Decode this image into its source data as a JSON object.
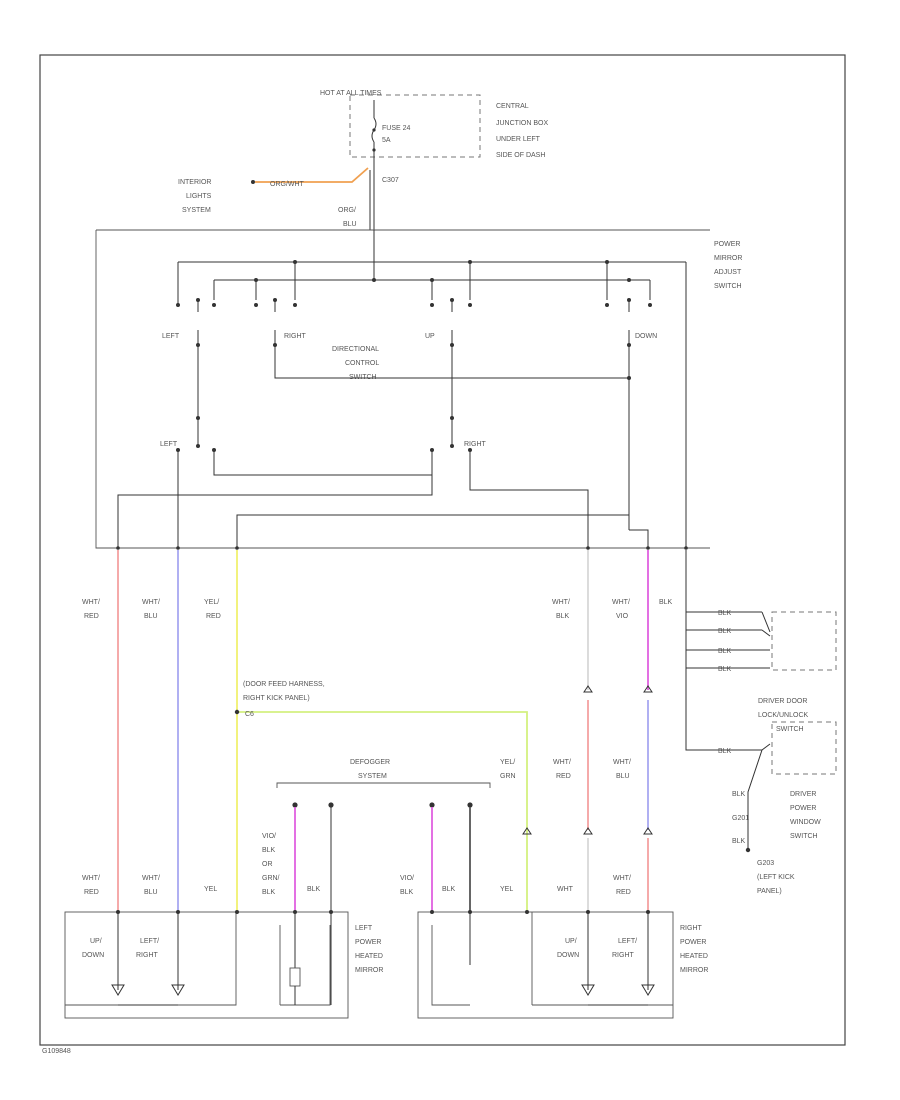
{
  "labels": {
    "hot": "HOT AT ALL TIMES",
    "cjb_1": "CENTRAL",
    "cjb_2": "JUNCTION BOX",
    "cjb_3": "UNDER LEFT",
    "cjb_4": "SIDE OF DASH",
    "fuse_1": "FUSE 24",
    "fuse_2": "5A",
    "interior_1": "INTERIOR",
    "interior_2": "LIGHTS",
    "interior_3": "SYSTEM",
    "interior_wire": "ORG/WHT",
    "splice": "C307",
    "feed_wire_1": "ORG/",
    "feed_wire_2": "BLU",
    "pmas_1": "POWER",
    "pmas_2": "MIRROR",
    "pmas_3": "ADJUST",
    "pmas_4": "SWITCH",
    "sw_left": "LEFT",
    "sw_right": "RIGHT",
    "sw_up": "UP",
    "sw_down": "DOWN",
    "dcs_1": "DIRECTIONAL",
    "dcs_2": "CONTROL",
    "dcs_3": "SWITCH",
    "sel_left": "LEFT",
    "sel_right": "RIGHT",
    "w1_1": "WHT/",
    "w1_2": "RED",
    "w2_1": "WHT/",
    "w2_2": "BLU",
    "w3_1": "YEL/",
    "w3_2": "RED",
    "w4_1": "WHT/",
    "w4_2": "BLK",
    "w5_1": "WHT/",
    "w5_2": "VIO",
    "w6": "BLK",
    "blk_1": "BLK",
    "blk_2": "BLK",
    "blk_3": "BLK",
    "blk_4": "BLK",
    "blk_5": "BLK",
    "harness_1": "(DOOR FEED HARNESS,",
    "harness_2": "RIGHT KICK PANEL)",
    "harness_conn": "C6",
    "defog_1": "DEFOGGER",
    "defog_2": "SYSTEM",
    "yelgrn_1": "YEL/",
    "yelgrn_2": "GRN",
    "rw1_1": "WHT/",
    "rw1_2": "RED",
    "rw2_1": "WHT/",
    "rw2_2": "BLU",
    "dls_1": "DRIVER DOOR",
    "dls_2": "LOCK/UNLOCK",
    "dls_3": "SWITCH",
    "dpw_1": "DRIVER",
    "dpw_2": "POWER",
    "dpw_3": "WINDOW",
    "dpw_4": "SWITCH",
    "g_blk_1": "BLK",
    "g_conn": "G201",
    "g_blk_2": "BLK",
    "g_1": "G203",
    "g_2": "(LEFT KICK",
    "g_3": "PANEL)",
    "lm_vio_1": "VIO/",
    "lm_vio_2": "BLK",
    "lm_vio_3": "OR",
    "lm_vio_4": "GRN/",
    "lm_vio_5": "BLK",
    "lm_blk": "BLK",
    "lm_wr_1": "WHT/",
    "lm_wr_2": "RED",
    "lm_wb_1": "WHT/",
    "lm_wb_2": "BLU",
    "lm_yel": "YEL",
    "rm_vio_1": "VIO/",
    "rm_vio_2": "BLK",
    "rm_blk": "BLK",
    "rm_yel": "YEL",
    "rm_wht": "WHT",
    "rm_wr_1": "WHT/",
    "rm_wr_2": "RED",
    "lm_ud_1": "UP/",
    "lm_ud_2": "DOWN",
    "lm_lr_1": "LEFT/",
    "lm_lr_2": "RIGHT",
    "lm_1": "LEFT",
    "lm_2": "POWER",
    "lm_3": "HEATED",
    "lm_4": "MIRROR",
    "rm_ud_1": "UP/",
    "rm_ud_2": "DOWN",
    "rm_lr_1": "LEFT/",
    "rm_lr_2": "RIGHT",
    "rm_1": "RIGHT",
    "rm_2": "POWER",
    "rm_3": "HEATED",
    "rm_4": "MIRROR",
    "footer": "G109848"
  },
  "colors": {
    "wht_red": "#f4a0a0",
    "wht_blu": "#a8a8f0",
    "yel": "#f0f070",
    "yel_grn": "#d4f080",
    "vio": "#e060e0",
    "org": "#f0a050",
    "blk": "#333333"
  }
}
